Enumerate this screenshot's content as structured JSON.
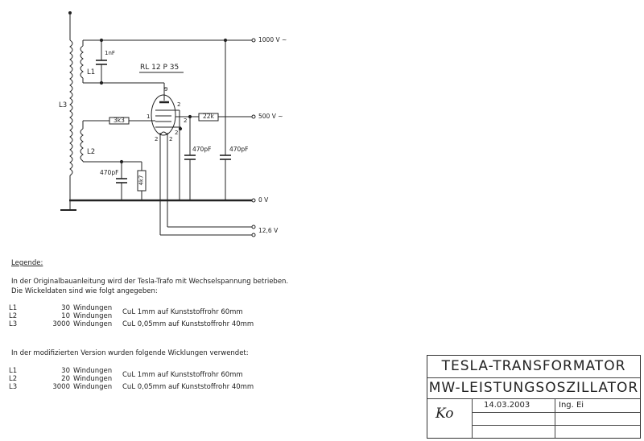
{
  "schematic": {
    "tube": "RL 12 P 35",
    "labels": {
      "L1": "L1",
      "L2": "L2",
      "L3": "L3",
      "c1": "1nF",
      "c2": "470pF",
      "c3": "470pF",
      "c4": "470pF",
      "r1": "3k3",
      "r2": "22k",
      "r3": "4k7",
      "pin9": "9",
      "pin1": "1",
      "pin2a": "2",
      "pin2b": "2",
      "pin2c": "2",
      "pin2d": "2",
      "pin2e": "2"
    },
    "terminals": {
      "v1000": "1000 V ~",
      "v500": "500 V ~",
      "v0": "0 V",
      "v12": "12,6 V"
    }
  },
  "legend": {
    "heading": "Legende:",
    "intro_line1": "In der Originalbauanleitung wird der Tesla-Trafo mit Wechselspannung betrieben.",
    "intro_line2": "Die Wickeldaten sind wie folgt angegeben:",
    "original": [
      {
        "coil": "L1",
        "turns": "30",
        "unit": "Windungen"
      },
      {
        "coil": "L2",
        "turns": "10",
        "unit": "Windungen"
      },
      {
        "coil": "L3",
        "turns": "3000",
        "unit": "Windungen"
      }
    ],
    "original_wire_12": "CuL 1mm auf Kunststoffrohr 60mm",
    "original_wire_3": "CuL 0,05mm auf Kunststoffrohr 40mm",
    "modified_intro": "In der modifizierten Version wurden folgende Wicklungen verwendet:",
    "modified": [
      {
        "coil": "L1",
        "turns": "30",
        "unit": "Windungen"
      },
      {
        "coil": "L2",
        "turns": "20",
        "unit": "Windungen"
      },
      {
        "coil": "L3",
        "turns": "3000",
        "unit": "Windungen"
      }
    ],
    "modified_wire_12": "CuL 1mm auf Kunststoffrohr 60mm",
    "modified_wire_3": "CuL 0,05mm auf Kunststoffrohr 40mm"
  },
  "title_block": {
    "title": "TESLA-TRANSFORMATOR",
    "subtitle": "MW-LEISTUNGSOSZILLATOR",
    "date": "14.03.2003",
    "author": "Ing. Ei",
    "signature": "Ko"
  }
}
